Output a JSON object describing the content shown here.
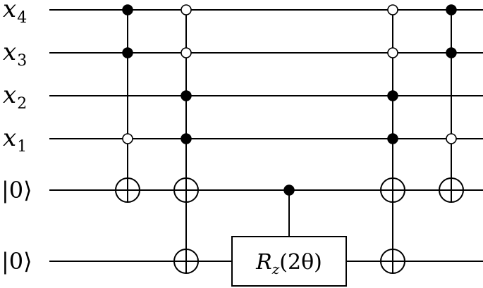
{
  "circuit": {
    "qubits": [
      {
        "label": "x",
        "sub": "4"
      },
      {
        "label": "x",
        "sub": "3"
      },
      {
        "label": "x",
        "sub": "2"
      },
      {
        "label": "x",
        "sub": "1"
      },
      {
        "ket": "|0⟩"
      },
      {
        "ket": "|0⟩"
      }
    ],
    "gates": [
      {
        "type": "controlled-not",
        "controls": [
          {
            "qubit": 0,
            "filled": true
          },
          {
            "qubit": 1,
            "filled": true
          },
          {
            "qubit": 3,
            "filled": false
          }
        ],
        "targets": [
          4
        ]
      },
      {
        "type": "controlled-not",
        "controls": [
          {
            "qubit": 0,
            "filled": false
          },
          {
            "qubit": 1,
            "filled": false
          },
          {
            "qubit": 2,
            "filled": true
          },
          {
            "qubit": 3,
            "filled": true
          }
        ],
        "targets": [
          4,
          5
        ]
      },
      {
        "type": "controlled-rotation",
        "controls": [
          {
            "qubit": 4,
            "filled": true
          }
        ],
        "target": 5,
        "label": "R",
        "sub": "z",
        "arg": "(2θ)"
      },
      {
        "type": "controlled-not",
        "controls": [
          {
            "qubit": 0,
            "filled": false
          },
          {
            "qubit": 1,
            "filled": false
          },
          {
            "qubit": 2,
            "filled": true
          },
          {
            "qubit": 3,
            "filled": true
          }
        ],
        "targets": [
          4,
          5
        ]
      },
      {
        "type": "controlled-not",
        "controls": [
          {
            "qubit": 0,
            "filled": true
          },
          {
            "qubit": 1,
            "filled": true
          },
          {
            "qubit": 3,
            "filled": false
          }
        ],
        "targets": [
          4
        ]
      }
    ]
  }
}
